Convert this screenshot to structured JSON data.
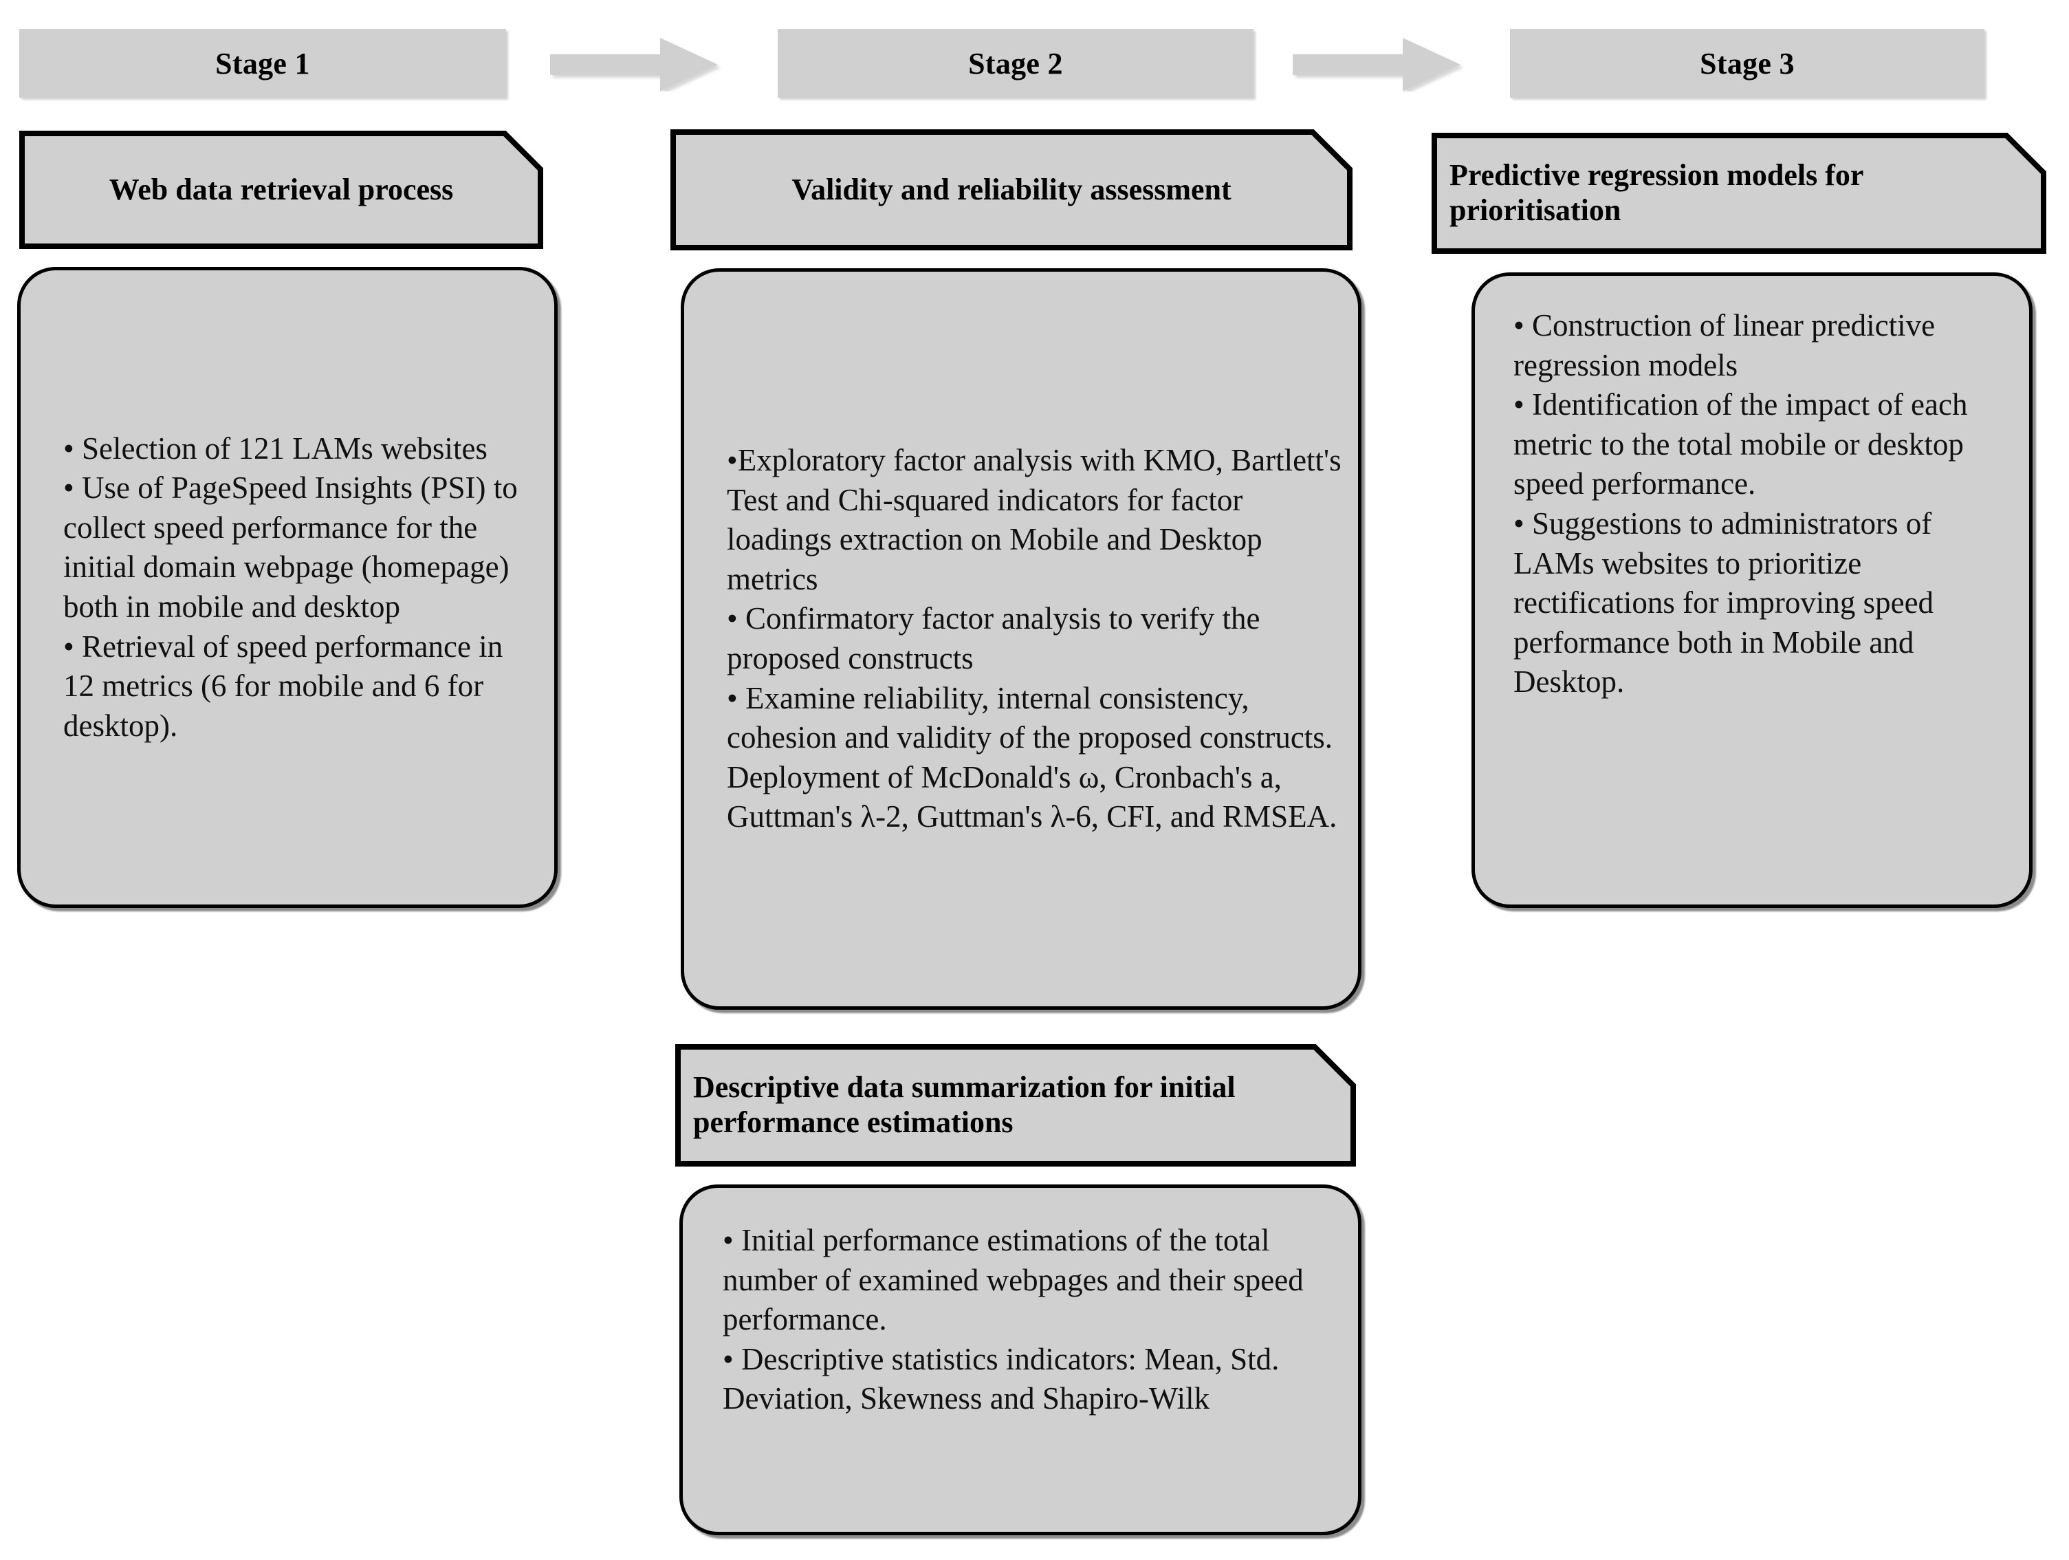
{
  "diagram": {
    "title": "Three-stage research methodology flowchart",
    "fill_color": "#d0d0d0",
    "outline_color": "#000000",
    "arrow_color": "#d0d0d0"
  },
  "stages": [
    {
      "id": "stage-1",
      "label": "Stage 1"
    },
    {
      "id": "stage-2",
      "label": "Stage 2"
    },
    {
      "id": "stage-3",
      "label": "Stage 3"
    }
  ],
  "arrows": [
    {
      "id": "arrow-stage1-to-stage2",
      "icon": "right-arrow-icon"
    },
    {
      "id": "arrow-stage2-to-stage3",
      "icon": "right-arrow-icon"
    }
  ],
  "blocks": {
    "stage1": {
      "banner": "Web data retrieval process",
      "body": "• Selection of 121 LAMs websites\n• Use of PageSpeed Insights (PSI) to collect speed performance for the initial domain webpage (homepage) both in mobile and desktop\n• Retrieval of speed performance in 12 metrics (6 for mobile and 6 for desktop)."
    },
    "stage2_top": {
      "banner": "Validity and reliability assessment",
      "body": "•Exploratory factor analysis with KMO, Bartlett's Test and Chi-squared indicators for factor loadings extraction on Mobile and Desktop metrics\n• Confirmatory factor analysis to verify the proposed constructs\n• Examine reliability, internal consistency, cohesion and validity of the proposed constructs. Deployment of McDonald's ω, Cronbach's a, Guttman's λ-2, Guttman's λ-6, CFI, and RMSEA."
    },
    "stage2_bottom": {
      "banner": "Descriptive data summarization for initial performance estimations",
      "body": "• Initial performance estimations of the total number of examined webpages and their speed performance.\n• Descriptive statistics indicators: Mean, Std. Deviation, Skewness and Shapiro-Wilk"
    },
    "stage3": {
      "banner": "Predictive regression models for prioritisation",
      "body": "• Construction of linear predictive regression models\n• Identification of the impact of each metric to the total mobile or desktop speed performance.\n• Suggestions to administrators of LAMs websites to prioritize rectifications for improving speed performance both in Mobile and Desktop."
    }
  }
}
